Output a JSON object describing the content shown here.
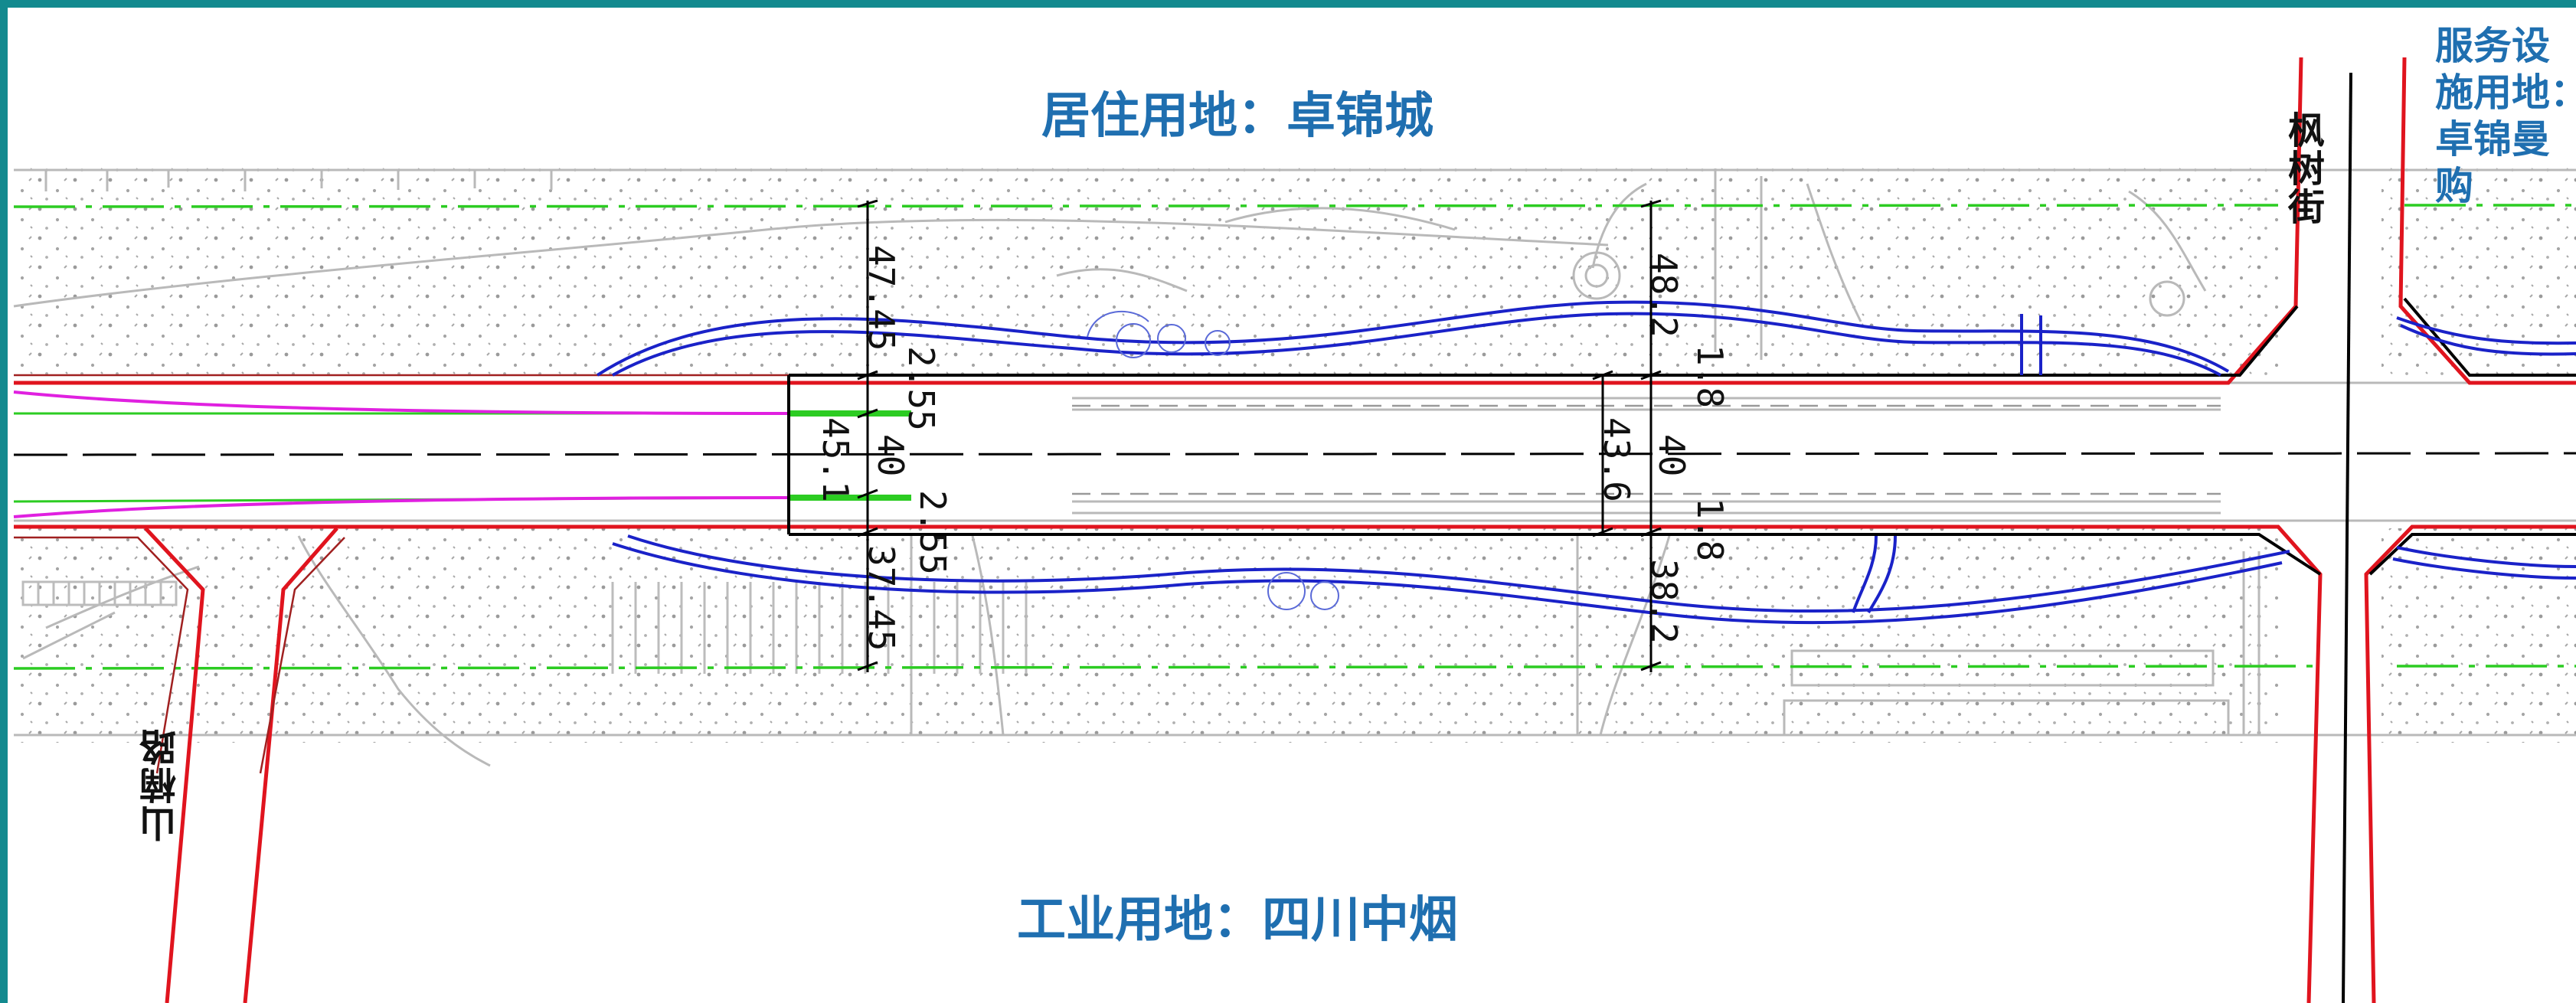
{
  "labels": {
    "residential": "居住用地：卓锦城",
    "industrial": "工业用地：四川中烟",
    "service_lines": [
      "服务设",
      "施用地：",
      "卓锦曼",
      "购"
    ],
    "road_west": "山楠路",
    "road_east": "枫树街"
  },
  "dimensions": {
    "section_a": {
      "north_total": "47.45",
      "median_gap_top": "2.55",
      "center_total": "45.1",
      "carriageway": "40",
      "median_gap_bottom": "2.55",
      "south_total": "37.45"
    },
    "section_b": {
      "north_total": "48.2",
      "sidewalk_top": "1.8",
      "center_total": "43.6",
      "carriageway": "40",
      "sidewalk_bottom": "1.8",
      "south_total": "38.2"
    }
  },
  "colors": {
    "frame": "#138a8f",
    "label_blue": "#1f6fb0",
    "red_line": "#e0141e",
    "green_line": "#2ccc22",
    "blue_path": "#1a22c8",
    "magenta": "#e020e0",
    "black_line": "#000000",
    "gray_map": "#b9b9b9"
  }
}
